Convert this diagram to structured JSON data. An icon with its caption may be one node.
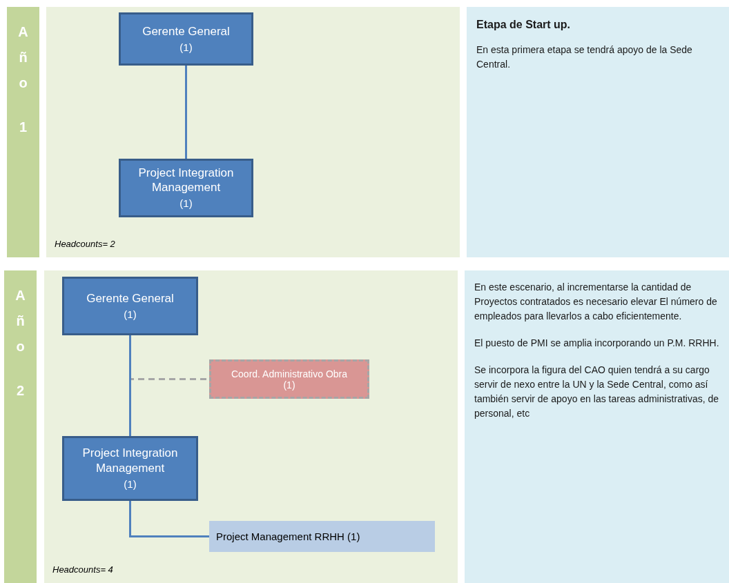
{
  "diagram": {
    "nodes": [
      {
        "text": [
          "Año",
          "1"
        ]
      },
      {
        "text": [
          "Headcounts= 2"
        ]
      },
      {
        "text": [
          "Gerente General",
          "(1)"
        ],
        "in": 1
      },
      {
        "text": [
          "Project Integration Management",
          "(1)"
        ],
        "in": 1
      },
      {
        "text": [
          "Etapa de Start up.",
          "En esta primera etapa se tendrá apoyo de la Sede Central."
        ]
      },
      {
        "text": [
          "Año",
          "2"
        ]
      },
      {
        "text": [
          "Headcounts= 4"
        ]
      },
      {
        "text": [
          "Gerente General",
          "(1)"
        ],
        "in": 6
      },
      {
        "text": [
          "Coord. Administrativo Obra",
          "(1)"
        ],
        "in": 6
      },
      {
        "text": [
          "Project Integration Management",
          "(1)"
        ],
        "in": 6
      },
      {
        "text": [
          "Project Management RRHH (1)"
        ],
        "in": 6
      },
      {
        "text": [
          "En este escenario, al incrementarse la cantidad de Proyectos contratados es necesario elevar El número de empleados para llevarlos a cabo eficientemente.",
          "El puesto de PMI se amplia incorporando un P.M. RRHH.",
          "Se incorpora la figura del CAO quien tendrá a su cargo servir de nexo entre la UN y la Sede Central, como así también servir de apoyo en las  tareas administrativas, de personal, etc"
        ]
      }
    ],
    "edges": [
      {
        "from": 2,
        "to": 3,
        "arrow": "none"
      },
      {
        "from": 7,
        "to": 9,
        "arrow": "none"
      },
      {
        "from": 7,
        "to": 8,
        "arrow": "none",
        "style": "dashed",
        "color": "#a6a6a6"
      },
      {
        "from": 9,
        "to": 10,
        "arrow": "none"
      }
    ]
  }
}
